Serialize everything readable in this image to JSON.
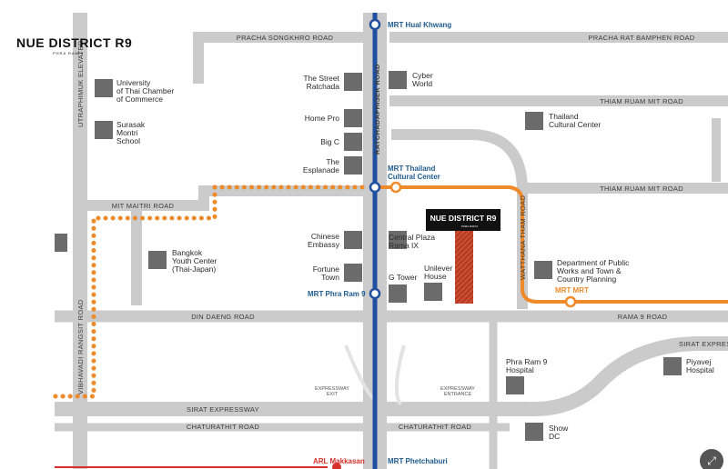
{
  "logo": {
    "name": "NUE DISTRICT R9",
    "sub": "PHRA RAM 9"
  },
  "project": {
    "name": "NUE DISTRICT R9",
    "sub": "PHRA RAM 9"
  },
  "roads": {
    "pracha_songkhro": "PRACHA SONGKHRO ROAD",
    "pracha_rat_bamphen": "PRACHA RAT BAMPHEN ROAD",
    "thiam_ruam_mit_1": "THIAM RUAM MIT ROAD",
    "thiam_ruam_mit_2": "THIAM RUAM MIT ROAD",
    "mit_maitri": "MIT MAITRI ROAD",
    "din_daeng": "DIN DAENG ROAD",
    "rama9": "RAMA 9 ROAD",
    "sirat_expressway": "SIRAT EXPRESSWAY",
    "sirat_expressway_right": "SIRAT EXPRESSWAY",
    "chaturathit_left": "CHATURATHIT ROAD",
    "chaturathit_right": "CHATURATHIT ROAD",
    "ratchadaphisek": "RATCHADAPHISEK ROAD",
    "utraphimuk": "UTRAPHIMUK ELEVATED",
    "vibhavadi": "VIBHAVADI RANGSIT ROAD",
    "watthana_tham": "WATTHANA THAM ROAD",
    "expressway_exit": "EXPRESSWAY\nEXIT",
    "expressway_entrance": "EXPRESSWAY\nENTRANCE"
  },
  "stations": {
    "hual_khwang": "MRT Hual Khwang",
    "thailand_cultural_center": "MRT Thailand\nCultural Center",
    "phra_ram_9": "MRT Phra Ram 9",
    "mrt_mrt": "MRT MRT",
    "phetchaburi": "MRT Phetchaburi",
    "arl_makkasan": "ARL Makkasan"
  },
  "places": {
    "utcc": "University\nof Thai Chamber\nof Commerce",
    "surasak": "Surasak\nMontri\nSchool",
    "street_ratchada": "The Street\nRatchada",
    "cyber_world": "Cyber\nWorld",
    "home_pro": "Home Pro",
    "big_c": "Big C",
    "esplanade": "The\nEsplanade",
    "thailand_cultural": "Thailand\nCultural Center",
    "chinese_embassy": "Chinese\nEmbassy",
    "bangkok_youth": "Bangkok\nYouth Center\n(Thai-Japan)",
    "fortune_town": "Fortune\nTown",
    "central_plaza": "Central Plaza\nRama IX",
    "g_tower": "G Tower",
    "unilever": "Unilever\nHouse",
    "dept_public_works": "Department of Public\nWorks and Town &\nCountry Planning",
    "phra_ram9_hospital": "Phra Ram 9\nHospital",
    "piyavej": "Piyavej\nHospital",
    "show_dc": "Show\nDC"
  },
  "colors": {
    "road": "#cbcbcb",
    "mrt_blue": "#1e4fa0",
    "orange_line": "#ef8a2a",
    "dotted": "#ef8a2a",
    "landmark": "#6b6b6b",
    "project_hatch": "#c94a2f",
    "arl_red": "#d6312b"
  },
  "icons": {
    "expand": "expand-icon"
  },
  "expand_glyph": "⤢"
}
